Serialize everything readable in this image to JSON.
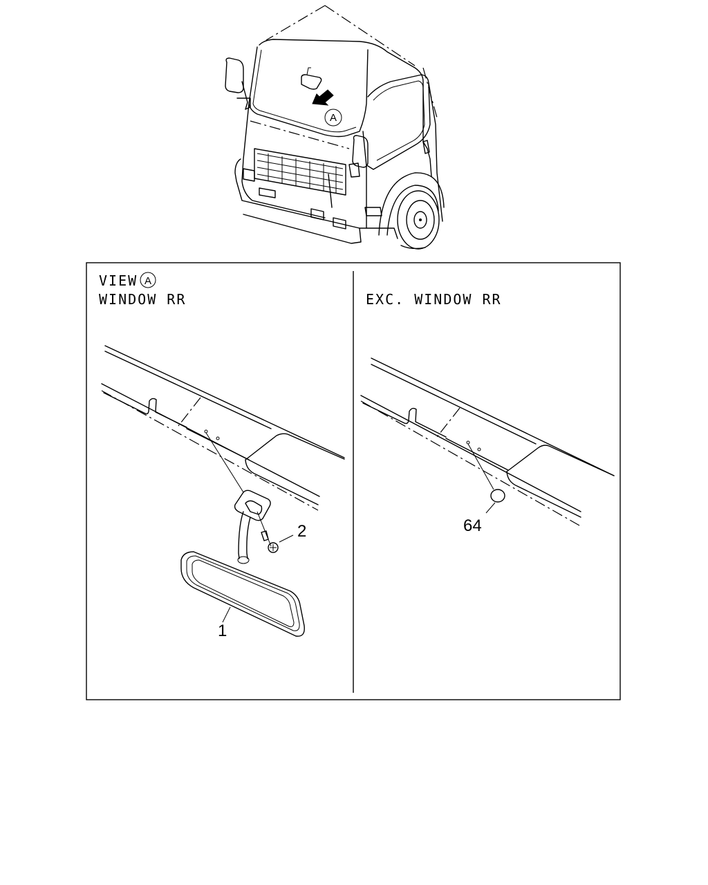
{
  "callout_letter": "A",
  "left_panel": {
    "view_label": "VIEW",
    "view_letter": "A",
    "subtitle": "WINDOW RR",
    "part_mirror": "1",
    "part_screw": "2"
  },
  "right_panel": {
    "subtitle": "EXC. WINDOW RR",
    "part_plug": "64"
  }
}
